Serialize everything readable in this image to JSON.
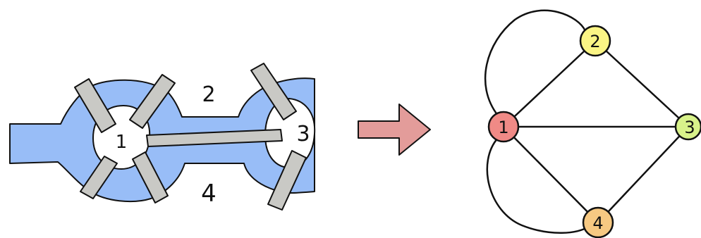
{
  "map": {
    "land_labels": [
      "1",
      "2",
      "3",
      "4"
    ]
  },
  "graph": {
    "nodes": [
      {
        "label": "1",
        "color": "#f08a86"
      },
      {
        "label": "2",
        "color": "#fbf585"
      },
      {
        "label": "3",
        "color": "#d8f28a"
      },
      {
        "label": "4",
        "color": "#f7c982"
      }
    ]
  },
  "colors": {
    "river": "#98bdf7",
    "bridge": "#c9c9c5",
    "arrow": "#e39c9a",
    "stroke": "#111111"
  }
}
